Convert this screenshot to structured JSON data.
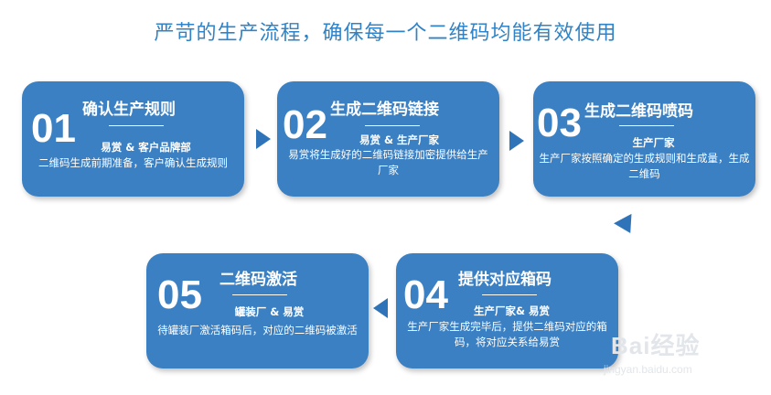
{
  "title": "严苛的生产流程，确保每一个二维码均能有效使用",
  "steps": [
    {
      "num": "01",
      "heading": "确认生产规则",
      "sub": "易赏 & 客户品牌部",
      "desc": "二维码生成前期准备，客户确认生成规则"
    },
    {
      "num": "02",
      "heading": "生成二维码链接",
      "sub": "易赏 & 生产厂家",
      "desc": "易赏将生成好的二维码链接加密提供给生产厂家"
    },
    {
      "num": "03",
      "heading": "生成二维码喷码",
      "sub": "生产厂家",
      "desc": "生产厂家按照确定的生成规则和生成量，生成二维码"
    },
    {
      "num": "04",
      "heading": "提供对应箱码",
      "sub": "生产厂家& 易赏",
      "desc": "生产厂家生成完毕后，提供二维码对应的箱码，将对应关系给易赏"
    },
    {
      "num": "05",
      "heading": "二维码激活",
      "sub": "罐装厂 & 易赏",
      "desc": "待罐装厂激活箱码后，对应的二维码被激活"
    }
  ],
  "watermark": {
    "main": "Bai经验",
    "sub": "jingyan.baidu.com"
  },
  "colors": {
    "card": "#3a80c3",
    "arrow": "#2f74b8",
    "title": "#2f83c6"
  }
}
